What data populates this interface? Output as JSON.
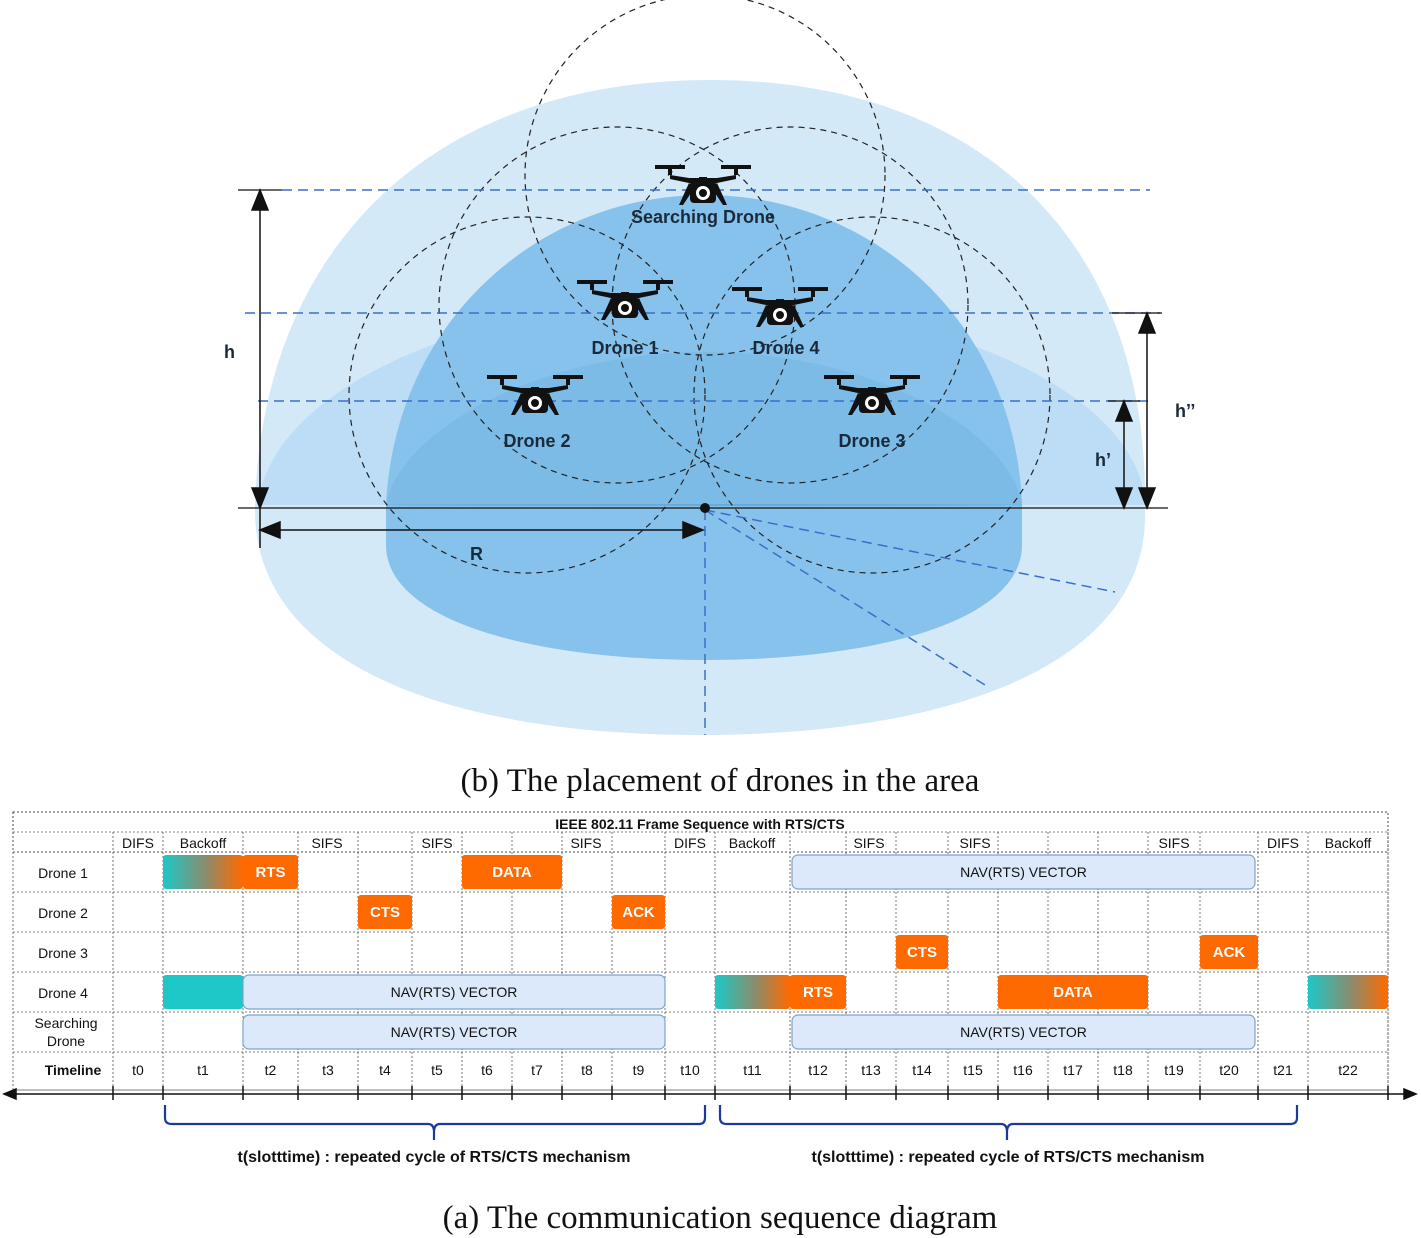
{
  "placement": {
    "drones": [
      {
        "id": "searching",
        "label": "Searching Drone"
      },
      {
        "id": "d1",
        "label": "Drone 1"
      },
      {
        "id": "d4",
        "label": "Drone 4"
      },
      {
        "id": "d2",
        "label": "Drone 2"
      },
      {
        "id": "d3",
        "label": "Drone 3"
      }
    ],
    "dims": {
      "h": "h",
      "h_double_prime": "h’’",
      "h_prime": "h’",
      "R": "R"
    }
  },
  "caption_b": "(b) The placement of drones in the area",
  "sequence": {
    "title": "IEEE 802.11 Frame Sequence with RTS/CTS",
    "top_labels": [
      "DIFS",
      "Backoff",
      "SIFS",
      "SIFS",
      "SIFS",
      "DIFS",
      "Backoff",
      "SIFS",
      "SIFS",
      "SIFS",
      "DIFS",
      "Backoff"
    ],
    "rows": [
      "Drone 1",
      "Drone  2",
      "Drone  3",
      "Drone 4",
      "Searching Drone"
    ],
    "row_timeline": "Timeline",
    "times": [
      "t0",
      "t1",
      "t2",
      "t3",
      "t4",
      "t5",
      "t6",
      "t7",
      "t8",
      "t9",
      "t10",
      "t11",
      "t12",
      "t13",
      "t14",
      "t15",
      "t16",
      "t17",
      "t18",
      "t19",
      "t20",
      "t21",
      "t22"
    ],
    "frames": {
      "rts": "RTS",
      "cts": "CTS",
      "data": "DATA",
      "ack": "ACK",
      "nav": "NAV(RTS) VECTOR"
    },
    "brace_label_1": "t(slotttime) : repeated cycle of RTS/CTS mechanism",
    "brace_label_2": "t(slotttime) : repeated cycle of RTS/CTS mechanism"
  },
  "caption_a": "(a) The communication sequence diagram",
  "colors": {
    "orange": "#ff6a00",
    "teal": "#1cc8c8",
    "nav_fill": "#dbe9fb",
    "nav_stroke": "#7fa3c8",
    "sky_outer": "#d4e9f8",
    "sky_mid": "#a9d2f1",
    "sky_inner": "#78b9e6"
  }
}
